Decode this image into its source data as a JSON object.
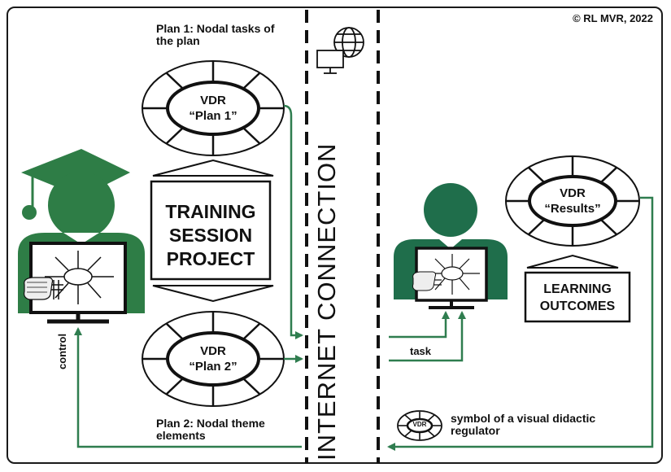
{
  "copyright": "© RL MVR, 2022",
  "plan1_label": "Plan 1: Nodal tasks of the plan",
  "plan2_label": "Plan 2: Nodal theme elements",
  "vdr_plan1": {
    "line1": "VDR",
    "line2": "“Plan 1”"
  },
  "vdr_plan2": {
    "line1": "VDR",
    "line2": "“Plan 2”"
  },
  "vdr_results": {
    "line1": "VDR",
    "line2": "“Results”"
  },
  "vdr_symbol_text": "VDR",
  "training_box": {
    "line1": "TRAINING",
    "line2": "SESSION",
    "line3": "PROJECT"
  },
  "learning_box": {
    "line1": "LEARNING",
    "line2": "OUTCOMES"
  },
  "internet_label": "INTERNET CONNECTION",
  "task_label": "task",
  "control_label": "control",
  "symbol_label": "symbol of a visual didactic regulator",
  "icons": [
    "teacher-icon",
    "student-icon",
    "globe-computer-icon",
    "vdr-symbol-icon"
  ],
  "colors": {
    "green": "#2e7d46",
    "dark_green": "#1f6e4b",
    "arrow_green": "#2f7d4f",
    "black": "#111111"
  }
}
